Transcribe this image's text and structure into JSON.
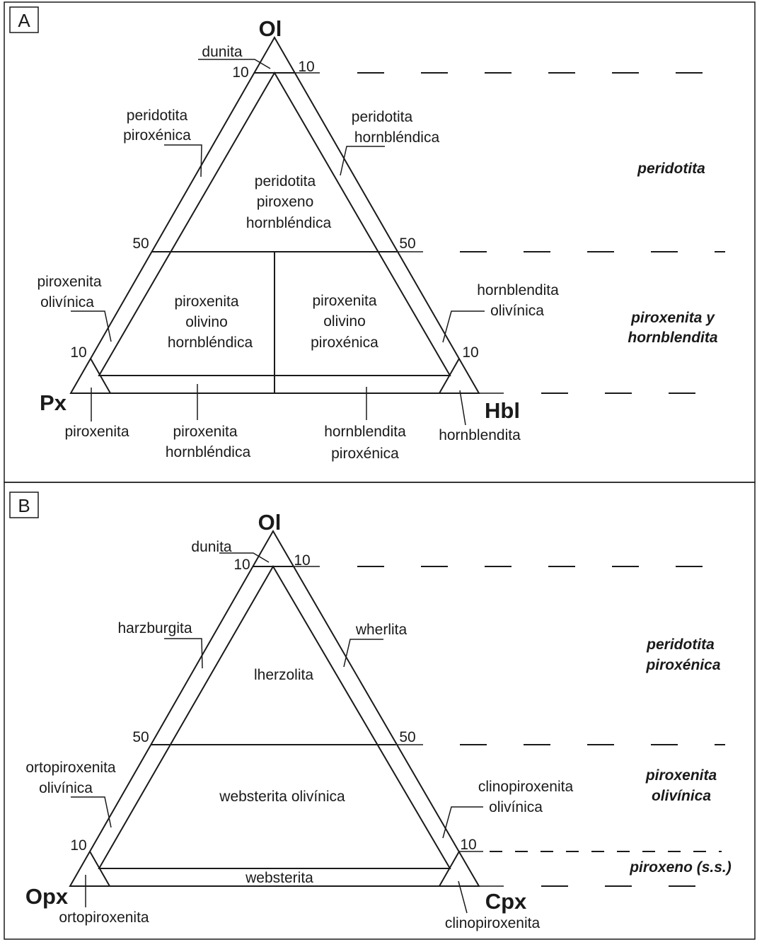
{
  "panelA": {
    "letter": "A",
    "vertices": {
      "top": "Ol",
      "left": "Px",
      "right": "Hbl"
    },
    "ticks": {
      "top_left": "10",
      "top_right": "10",
      "mid_left": "50",
      "mid_right": "50",
      "bottom_left": "10",
      "bottom_right": "10"
    },
    "labels": {
      "dunita": "dunita",
      "peridotita_piroxenica": [
        "peridotita",
        "piroxénica"
      ],
      "peridotita_hornblendica": [
        "peridotita",
        "hornbléndica"
      ],
      "peridotita_piroxeno_hornblendica": [
        "peridotita",
        "piroxeno",
        "hornbléndica"
      ],
      "piroxenita_olivinica": [
        "piroxenita",
        "olivínica"
      ],
      "hornblendita_olivinica": [
        "hornblendita",
        "olivínica"
      ],
      "piroxenita_olivino_hornblendica": [
        "piroxenita",
        "olivino",
        "hornbléndica"
      ],
      "piroxenita_olivino_piroxenica": [
        "piroxenita",
        "olivino",
        "piroxénica"
      ],
      "piroxenita": "piroxenita",
      "piroxenita_hornblendica": [
        "piroxenita",
        "hornbléndica"
      ],
      "hornblendita_piroxenica": [
        "hornblendita",
        "piroxénica"
      ],
      "hornblendita": "hornblendita"
    },
    "classes": {
      "upper": "peridotita",
      "lower": [
        "piroxenita y",
        "hornblendita"
      ]
    }
  },
  "panelB": {
    "letter": "B",
    "vertices": {
      "top": "Ol",
      "left": "Opx",
      "right": "Cpx"
    },
    "ticks": {
      "top_left": "10",
      "top_right": "10",
      "mid_left": "50",
      "mid_right": "50",
      "bottom_left": "10",
      "bottom_right": "10"
    },
    "labels": {
      "dunita": "dunita",
      "harzburgita": "harzburgita",
      "wherlita": "wherlita",
      "lherzolita": "lherzolita",
      "ortopiroxenita_olivinica": [
        "ortopiroxenita",
        "olivínica"
      ],
      "clinopiroxenita_olivinica": [
        "clinopiroxenita",
        "olivínica"
      ],
      "websterita_olivinica": "websterita olivínica",
      "websterita": "websterita",
      "ortopiroxenita": "ortopiroxenita",
      "clinopiroxenita": "clinopiroxenita"
    },
    "classes": {
      "upper": [
        "peridotita",
        "piroxénica"
      ],
      "middle": [
        "piroxenita",
        "olivínica"
      ],
      "lower": "piroxeno (s.s.)"
    }
  }
}
